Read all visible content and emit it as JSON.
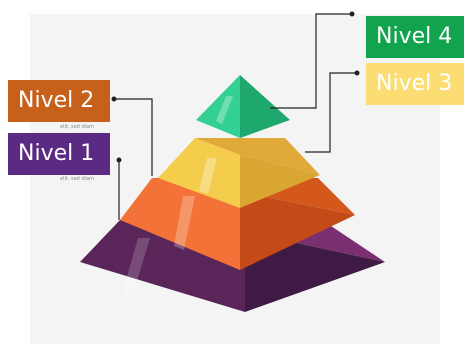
{
  "levels": [
    {
      "label": "Nivel 4",
      "color": "#12a34f",
      "tier_color": "#34cf93"
    },
    {
      "label": "Nivel 3",
      "color": "#fbdd73",
      "tier_color": "#f4cd4d"
    },
    {
      "label": "Nivel 2",
      "color": "#c6601a",
      "tier_color": "#f27238"
    },
    {
      "label": "Nivel 1",
      "color": "#5b2a82",
      "tier_color": "#5a2558"
    }
  ],
  "captions": {
    "level2": "elit, sed diam",
    "level1": "elit, sed diam"
  }
}
